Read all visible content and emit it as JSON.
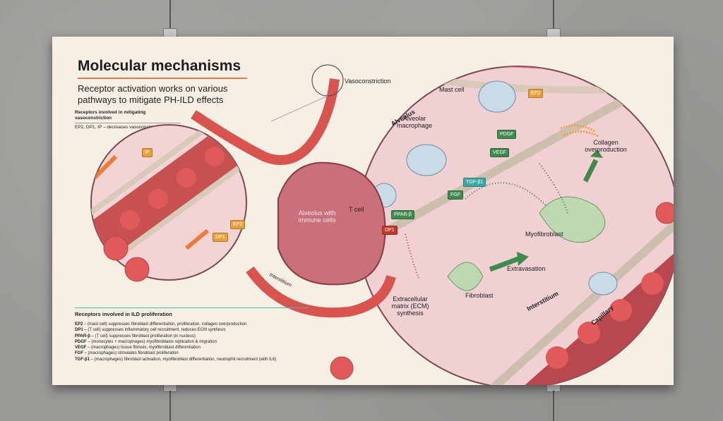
{
  "colors": {
    "red_cell": "#e05a5a",
    "vessel": "#d9534f",
    "tissue_pink": "#f1c9cc",
    "alveolus": "#c9707a",
    "green_tag": "#3f8a4e",
    "red_tag": "#c0392b",
    "orange_tag": "#e8a13a",
    "teal_tag": "#3aa8a6",
    "accent_rule": "#e0784e",
    "teal_rule": "#5ab3b0"
  },
  "header": {
    "title": "Molecular mechanisms",
    "subtitle": "Receptor activation works on various pathways to mitigate PH-ILD effects"
  },
  "vasoconstriction_box": {
    "heading": "Receptors involved in mitigating vasoconstriction",
    "line": "EP2, DP1, IP – decreases vasoconstriction"
  },
  "ild_box": {
    "heading": "Receptors involved in ILD proliferation",
    "rows": [
      {
        "key": "EP2",
        "text": " – (mast cell) suppresses fibroblast differentiation, proliferation, collagen overproduction"
      },
      {
        "key": "DP1",
        "text": " – (T cell) suppresses inflammatory cell recruitment, reduces ECM synthesis"
      },
      {
        "key": "PPAR-β",
        "text": " – (T cell) suppresses fibroblast proliferation (in nucleus)"
      },
      {
        "key": "PDGF",
        "text": " – (monocytes + macrophages) myofibroblasts replication & migration"
      },
      {
        "key": "VEGF",
        "text": " – (macrophages) tissue fibrosis, myofibroblast differentiation"
      },
      {
        "key": "FGF",
        "text": " – (macrophages) stimulates fibroblast proliferation"
      },
      {
        "key": "TGF-β1",
        "text": " – (macrophages) fibroblast activation, myofibroblast differentiation, neutrophil recruitment (with IL6)"
      }
    ]
  },
  "labels": {
    "vasoconstriction": "Vasoconstriction",
    "alveolus_immune": "Alveolus with immune cells",
    "interstitium_small": "Interstitium",
    "alveolus": "Alveolus",
    "mast_cell": "Mast cell",
    "alveolar_macrophage": "Alveolar macrophage",
    "t_cell": "T cell",
    "collagen": "Collagen overproduction",
    "myofibroblast": "Myofibroblast",
    "extravasation": "Extravasation",
    "fibroblast": "Fibroblast",
    "ecm": "Extracellular matrix (ECM) synthesis",
    "interstitium": "Interstitium",
    "capillary": "Capillary"
  },
  "receptors": {
    "ip": "IP",
    "ep2_left": "EP2",
    "dp1_left": "DP1",
    "ep2": "EP2",
    "pdgf": "PDGF",
    "vegf": "VEGF",
    "tgf": "TGF-β1",
    "fgf": "FGF",
    "ppar": "PPAR-β",
    "dp1": "DP1"
  }
}
